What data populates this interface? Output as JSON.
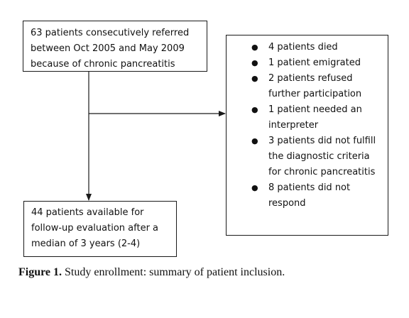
{
  "referral_box": {
    "lines": [
      "63 patients consecutively referred",
      "between Oct 2005 and May 2009",
      "because of chronic pancreatitis"
    ]
  },
  "exclusion_box": {
    "items": [
      {
        "lines": [
          "4 patients died"
        ]
      },
      {
        "lines": [
          "1 patient emigrated"
        ]
      },
      {
        "lines": [
          "2 patients refused",
          "further participation"
        ]
      },
      {
        "lines": [
          "1 patient needed an",
          "interpreter"
        ]
      },
      {
        "lines": [
          "3 patients did not fulfill",
          "the diagnostic criteria",
          "for chronic pancreatitis"
        ]
      },
      {
        "lines": [
          "8 patients did not",
          "respond"
        ]
      }
    ],
    "bullet_glyph": "●"
  },
  "followup_box": {
    "lines": [
      "44 patients available for",
      "follow-up evaluation after a",
      "median of 3 years (2-4)"
    ]
  },
  "caption": {
    "label": "Figure 1.",
    "text": " Study enrollment: summary of patient inclusion."
  }
}
